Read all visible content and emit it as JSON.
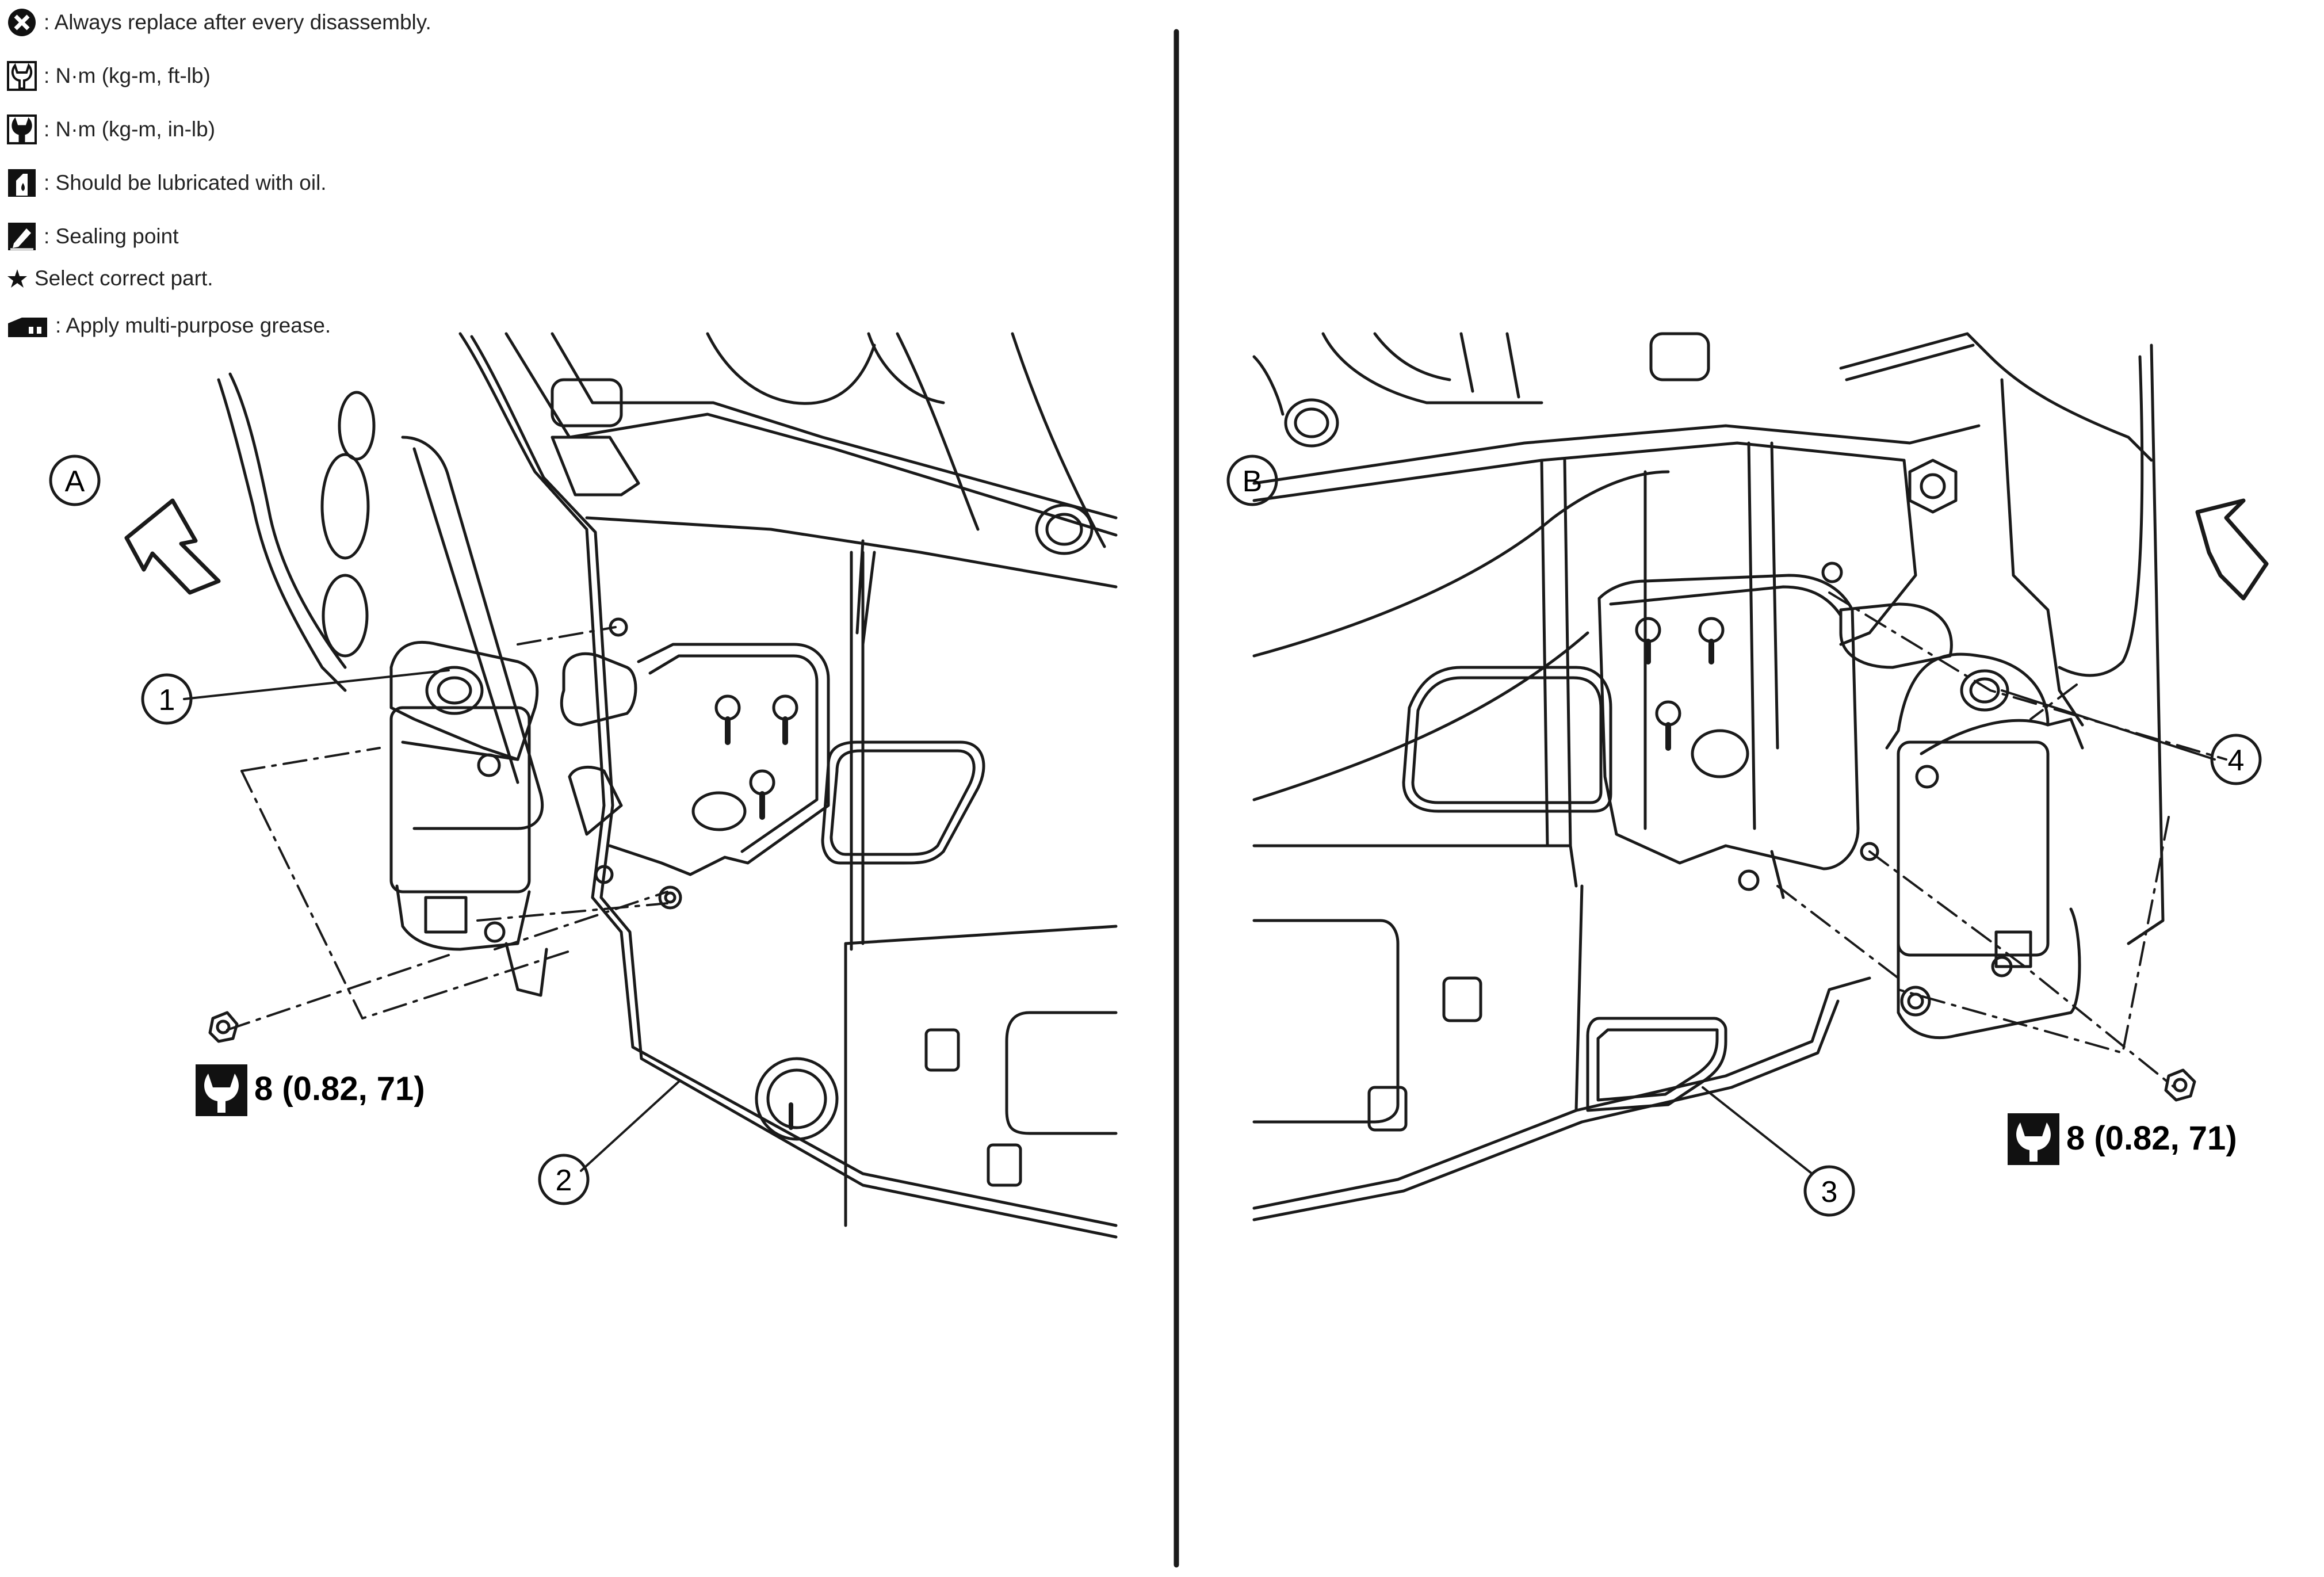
{
  "legend": {
    "items": [
      {
        "icon": "replace-after-disassembly-icon",
        "text": ": Always replace after every disassembly."
      },
      {
        "icon": "torque-ft-lb-icon",
        "text": ": N·m (kg-m, ft-lb)"
      },
      {
        "icon": "torque-in-lb-icon",
        "text": ": N·m (kg-m, in-lb)"
      },
      {
        "icon": "oil-lubrication-icon",
        "text": ": Should be lubricated with oil."
      },
      {
        "icon": "sealing-point-icon",
        "text": ": Sealing point"
      },
      {
        "icon": "select-part-star-icon",
        "text": "Select correct part."
      },
      {
        "icon": "multi-purpose-grease-icon",
        "text": ": Apply multi-purpose grease."
      }
    ]
  },
  "views": {
    "left": {
      "letter": "A",
      "callouts": [
        "1",
        "2"
      ],
      "torque": "8 (0.82, 71)"
    },
    "right": {
      "letter": "B",
      "callouts": [
        "3",
        "4"
      ],
      "torque": "8 (0.82, 71)"
    }
  },
  "colors": {
    "line": "#1a1a1a",
    "background": "#ffffff"
  }
}
